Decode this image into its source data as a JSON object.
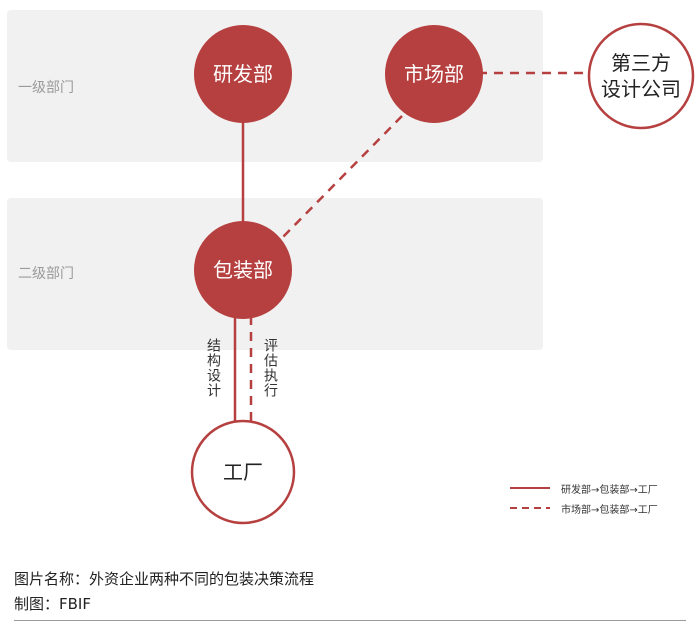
{
  "bands": {
    "level1": "一级部门",
    "level2": "二级部门"
  },
  "nodes": {
    "rd": "研发部",
    "marketing": "市场部",
    "third_party_line1": "第三方",
    "third_party_line2": "设计公司",
    "packaging": "包装部",
    "factory": "工厂"
  },
  "edge_labels": {
    "structure_design": "结构设计",
    "evaluate_execute": "评估执行"
  },
  "legend": {
    "solid": "研发部→包装部→工厂",
    "dashed": "市场部→包装部→工厂"
  },
  "caption": {
    "title": "图片名称：外资企业两种不同的包装决策流程",
    "credit": "制图：FBIF"
  },
  "colors": {
    "accent": "#b5403f",
    "band": "#f1f1f1"
  }
}
